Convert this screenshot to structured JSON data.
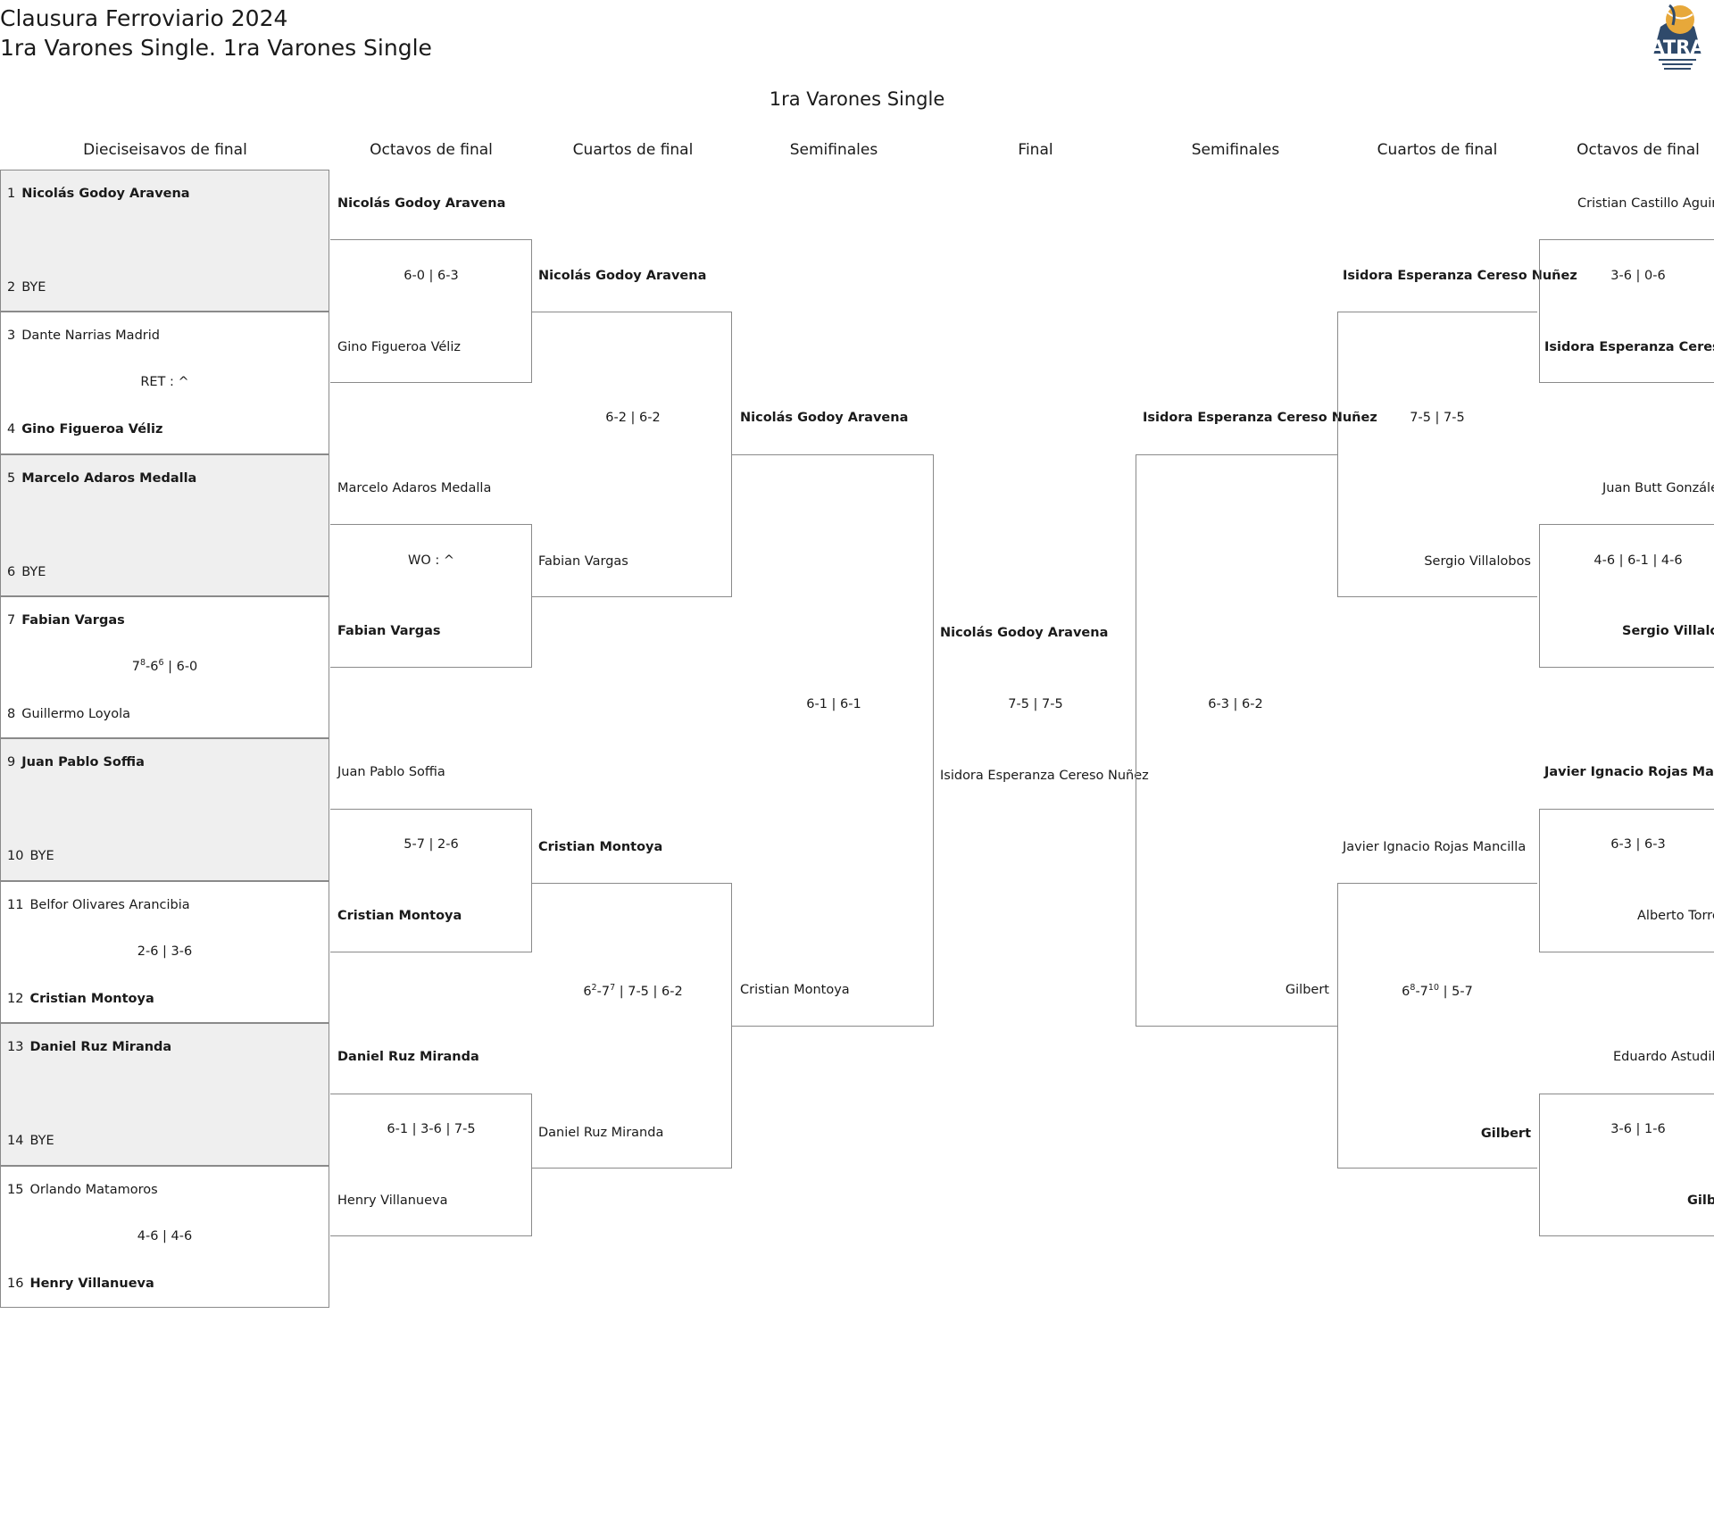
{
  "header": {
    "title": "Clausura Ferroviario 2024",
    "subtitle": "1ra Varones Single. 1ra Varones Single",
    "draw_title": "1ra Varones Single",
    "logo_text": "ATRA"
  },
  "columns": [
    "Dieciseisavos de final",
    "Octavos de final",
    "Cuartos de final",
    "Semifinales",
    "Final",
    "Semifinales",
    "Cuartos de final",
    "Octavos de final"
  ],
  "r32": [
    {
      "seed_a": "1",
      "name_a": "Nicolás Godoy Aravena",
      "seed_b": "2",
      "name_b": "BYE",
      "score": "",
      "winner": "a",
      "bye": true
    },
    {
      "seed_a": "3",
      "name_a": "Dante Narrias Madrid",
      "seed_b": "4",
      "name_b": "Gino Figueroa Véliz",
      "score": "RET : ^",
      "winner": "b",
      "bye": false
    },
    {
      "seed_a": "5",
      "name_a": "Marcelo Adaros Medalla",
      "seed_b": "6",
      "name_b": "BYE",
      "score": "",
      "winner": "a",
      "bye": true
    },
    {
      "seed_a": "7",
      "name_a": "Fabian Vargas",
      "seed_b": "8",
      "name_b": "Guillermo Loyola",
      "score": "7⁸-6⁶ | 6-0",
      "winner": "a",
      "bye": false
    },
    {
      "seed_a": "9",
      "name_a": "Juan Pablo Soffia",
      "seed_b": "10",
      "name_b": "BYE",
      "score": "",
      "winner": "a",
      "bye": true
    },
    {
      "seed_a": "11",
      "name_a": "Belfor Olivares Arancibia",
      "seed_b": "12",
      "name_b": "Cristian Montoya",
      "score": "2-6 | 3-6",
      "winner": "b",
      "bye": false
    },
    {
      "seed_a": "13",
      "name_a": "Daniel Ruz Miranda",
      "seed_b": "14",
      "name_b": "BYE",
      "score": "",
      "winner": "a",
      "bye": true
    },
    {
      "seed_a": "15",
      "name_a": "Orlando Matamoros",
      "seed_b": "16",
      "name_b": "Henry Villanueva",
      "score": "4-6 | 4-6",
      "winner": "b",
      "bye": false
    }
  ],
  "left_r16": [
    {
      "top": "Nicolás Godoy Aravena",
      "bottom": "Gino Figueroa Véliz",
      "score": "6-0 | 6-3",
      "winner": "top"
    },
    {
      "top": "Marcelo Adaros Medalla",
      "bottom": "Fabian Vargas",
      "score": "WO : ^",
      "winner": "bottom"
    },
    {
      "top": "Juan Pablo Soffia",
      "bottom": "Cristian Montoya",
      "score": "5-7 | 2-6",
      "winner": "bottom"
    },
    {
      "top": "Daniel Ruz Miranda",
      "bottom": "Henry Villanueva",
      "score": "6-1 | 3-6 | 7-5",
      "winner": "top"
    }
  ],
  "left_qf": [
    {
      "top": "Nicolás Godoy Aravena",
      "bottom": "Fabian Vargas",
      "score": "6-2 | 6-2",
      "winner": "top"
    },
    {
      "top": "Cristian Montoya",
      "bottom": "Daniel Ruz Miranda",
      "score": "6²-7⁷ | 7-5 | 6-2",
      "winner": "top"
    }
  ],
  "left_sf": {
    "top": "Nicolás Godoy Aravena",
    "bottom": "Cristian Montoya",
    "score": "6-1 | 6-1",
    "winner": "top"
  },
  "final": {
    "top": "Nicolás Godoy Aravena",
    "bottom": "Isidora Esperanza Cereso Nuñez",
    "score": "7-5 | 7-5",
    "winner": "top"
  },
  "right_sf": {
    "top": "Isidora Esperanza Cereso Nuñez",
    "bottom": "Gilbert",
    "score": "6-3 | 6-2",
    "winner": "top"
  },
  "right_qf": [
    {
      "top": "Isidora Esperanza Cereso Nuñez",
      "bottom": "Sergio Villalobos",
      "score": "7-5 | 7-5",
      "winner": "top"
    },
    {
      "top": "Javier Ignacio Rojas Mancilla",
      "bottom": "Gilbert",
      "score": "6⁸-7¹⁰ | 5-7",
      "winner": "bottom"
    }
  ],
  "right_r16": [
    {
      "top": "Cristian Castillo Aguirre",
      "bottom": "Isidora Esperanza Cereso Nuñez",
      "score": "3-6 | 0-6",
      "winner": "bottom"
    },
    {
      "top": "Juan Butt González",
      "bottom": "Sergio Villalobos",
      "score": "4-6 | 6-1 | 4-6",
      "winner": "bottom"
    },
    {
      "top": "Javier Ignacio Rojas Mancilla",
      "bottom": "Alberto Torres",
      "score": "6-3 | 6-3",
      "winner": "top"
    },
    {
      "top": "Eduardo Astudillo",
      "bottom": "Gilbert",
      "score": "3-6 | 1-6",
      "winner": "bottom"
    }
  ]
}
